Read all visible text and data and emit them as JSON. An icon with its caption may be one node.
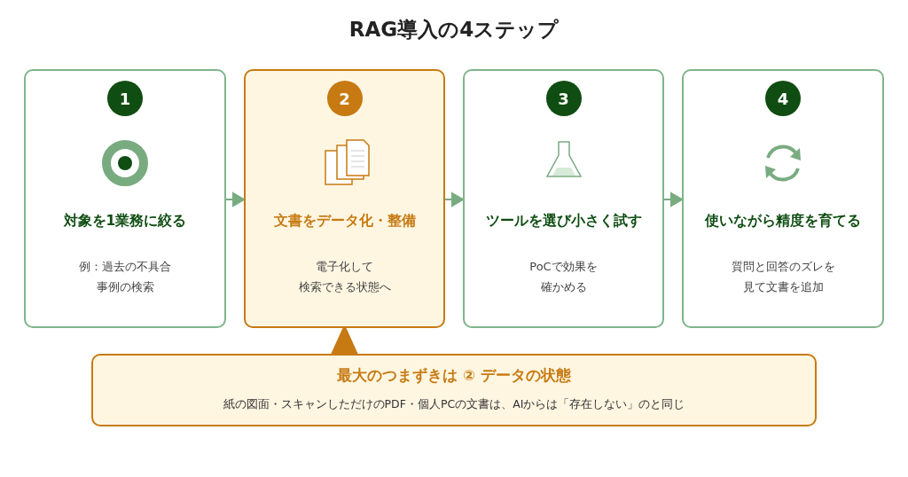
{
  "diagram": {
    "title": "RAG導入の4ステップ",
    "nodes": [
      {
        "text": [
          "1",
          "対象を1業務に絞る",
          "例：過去の不具合事例の検索"
        ]
      },
      {
        "text": [
          "2",
          "文書をデータ化・整備",
          "電子化して検索できる状態へ"
        ]
      },
      {
        "text": [
          "3",
          "ツールを選び小さく試す",
          "PoCで効果を確かめる"
        ]
      },
      {
        "text": [
          "4",
          "使いながら精度を育てる",
          "質問と回答のズレを見て文書を追加"
        ]
      },
      {
        "text": [
          "最大のつまずきは ② データの状態",
          "紙の図面・スキャンしただけのPDF・個人PCの文書は、AIからは「存在しない」のと同じ"
        ]
      }
    ],
    "edges": [
      {
        "from": 0,
        "to": 1,
        "arrow": "to"
      },
      {
        "from": 1,
        "to": 2,
        "arrow": "to"
      },
      {
        "from": 2,
        "to": 3,
        "arrow": "to"
      },
      {
        "from": 4,
        "to": 1,
        "arrow": "to",
        "color": "#c77a12"
      }
    ]
  }
}
